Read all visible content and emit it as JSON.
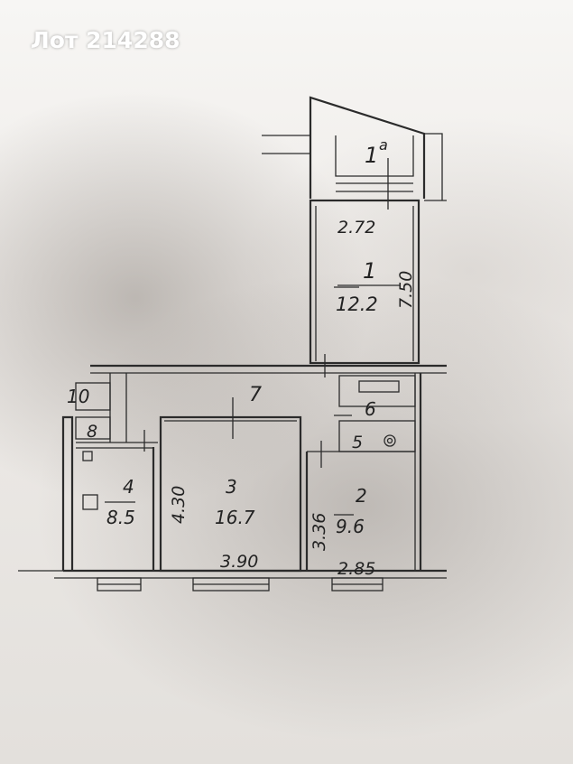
{
  "watermark": {
    "lot": "Лот 214288"
  },
  "rooms": {
    "r1a": {
      "num": "1",
      "sup": "a"
    },
    "r1": {
      "num": "1",
      "area": "12.2",
      "width": "2.72",
      "length": "7.50"
    },
    "r2": {
      "num": "2",
      "area": "9.6",
      "width": "2.85",
      "length": "3.36"
    },
    "r3": {
      "num": "3",
      "area": "16.7",
      "width": "3.90",
      "length": "4.30"
    },
    "r4": {
      "num": "4",
      "area": "8.5"
    },
    "r5": {
      "num": "5"
    },
    "r6": {
      "num": "6"
    },
    "r7": {
      "num": "7"
    },
    "r8": {
      "num": "8"
    },
    "r10": {
      "num": "10"
    }
  }
}
